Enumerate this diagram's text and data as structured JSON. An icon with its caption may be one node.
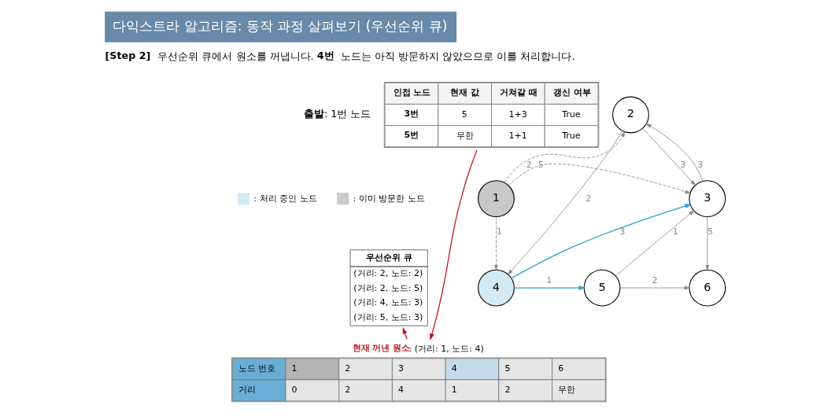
{
  "diagram": {
    "title": "다익스트라 알고리즘: 동작 과정 살펴보기 (우선순위 큐)",
    "nodes": [
      {
        "text": [
          "1"
        ]
      },
      {
        "text": [
          "2"
        ]
      },
      {
        "text": [
          "3"
        ]
      },
      {
        "text": [
          "4"
        ]
      },
      {
        "text": [
          "5"
        ]
      },
      {
        "text": [
          "6"
        ]
      },
      {
        "text": [
          "우선순위 큐",
          "(거리: 2, 노드: 2)",
          "(거리: 2, 노드: 5)",
          "(거리: 4, 노드: 3)",
          "(거리: 5, 노드: 3)"
        ]
      },
      {
        "text": [
          "인접 노드",
          "현재 값",
          "거쳐갈 때",
          "갱신 여부",
          "3번",
          "5",
          "1+3",
          "True",
          "5번",
          "무한",
          "1+1",
          "True"
        ]
      },
      {
        "text": [
          "노드 번호",
          "1",
          "2",
          "3",
          "4",
          "5",
          "6",
          "거리",
          "0",
          "2",
          "4",
          "1",
          "2",
          "무한"
        ],
        "beside": [
          "**현재 꺼낸 원소**: (거리: 1, 노드: 4)"
        ]
      }
    ],
    "edges": [
      {
        "from": 0,
        "to": 1,
        "arrow": "to",
        "label": "2",
        "style": "dashed"
      },
      {
        "from": 0,
        "to": 2,
        "arrow": "to",
        "label": "5",
        "style": "dashed"
      },
      {
        "from": 0,
        "to": 3,
        "arrow": "to",
        "label": "1",
        "style": "dashed"
      },
      {
        "from": 1,
        "to": 2,
        "arrow": "to",
        "label": "3"
      },
      {
        "from": 2,
        "to": 1,
        "arrow": "to",
        "label": "3"
      },
      {
        "from": 1,
        "to": 3,
        "arrow": "to",
        "label": "2"
      },
      {
        "from": 2,
        "to": 5,
        "arrow": "to",
        "label": "5"
      },
      {
        "from": 3,
        "to": 2,
        "arrow": "to",
        "label": "3",
        "color": "#2a9fcf"
      },
      {
        "from": 3,
        "to": 4,
        "arrow": "to",
        "label": "1",
        "color": "#2a9fcf"
      },
      {
        "from": 4,
        "to": 2,
        "arrow": "to",
        "label": "1"
      },
      {
        "from": 4,
        "to": 5,
        "arrow": "to",
        "label": "2"
      },
      {
        "from": 7,
        "to": 8,
        "arrow": "to",
        "color": "#c0141e"
      },
      {
        "from": 8,
        "to": 6,
        "arrow": "to",
        "color": "#c0141e"
      }
    ],
    "labels": [
      "**[Step 2]** 우선순위 큐에서 원소를 꺼냅니다. **4번** 노드는 아직 방문하지 않았으므로 이를 처리합니다.",
      "**출발**: 1번 노드"
    ],
    "legend": [
      {
        "text": ": 처리 중인 노드",
        "color": "#d5e9f5"
      },
      {
        "text": ": 이미 방문한 노드",
        "color": "#cccccc"
      }
    ]
  }
}
